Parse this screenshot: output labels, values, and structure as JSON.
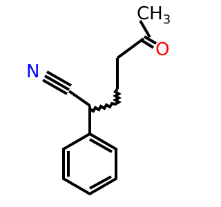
{
  "molecule": {
    "atoms": {
      "methyl": {
        "symbol": "CH",
        "subscript": "3",
        "color": "#000000"
      },
      "oxygen": {
        "symbol": "O",
        "color": "#ff0000"
      },
      "nitrogen": {
        "symbol": "N",
        "color": "#0000ff"
      }
    },
    "bond_color": "#000000"
  }
}
